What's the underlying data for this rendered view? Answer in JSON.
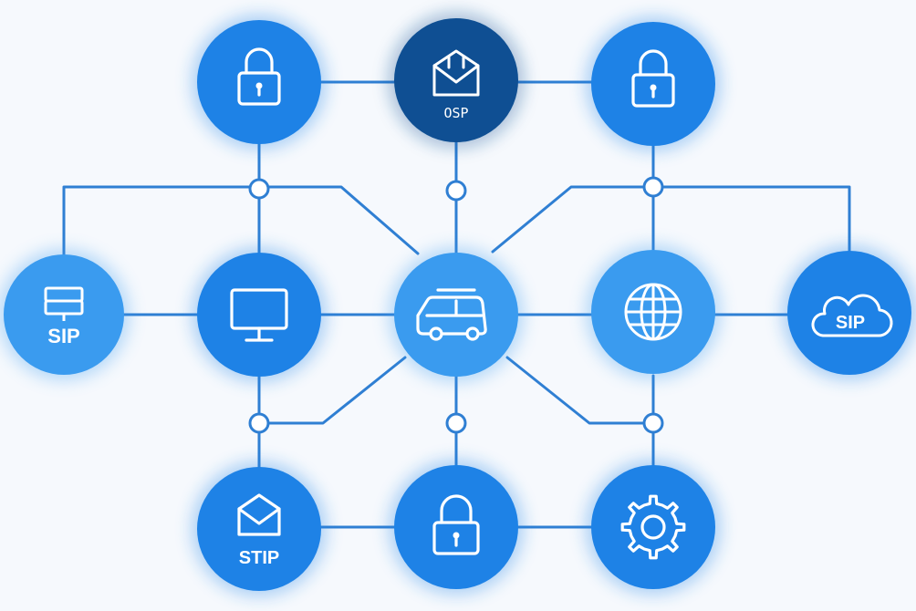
{
  "colors": {
    "background": "#f6f9fd",
    "line": "#2f7fd3",
    "node": "#1e82e6",
    "node_light": "#3a9bef",
    "node_dark": "#0f4f93",
    "junction_fill": "#ffffff",
    "icon": "#ffffff"
  },
  "nodes": [
    {
      "id": "top-left-lock",
      "icon": "lock-icon",
      "label": "",
      "tone": "node"
    },
    {
      "id": "top-center-mail",
      "icon": "envelope-icon",
      "label": "OSP",
      "tone": "node_dark"
    },
    {
      "id": "top-right-lock",
      "icon": "lock-icon",
      "label": "",
      "tone": "node"
    },
    {
      "id": "left-server",
      "icon": "server-icon",
      "label": "SIP",
      "tone": "node_light"
    },
    {
      "id": "mid-monitor",
      "icon": "monitor-icon",
      "label": "",
      "tone": "node"
    },
    {
      "id": "center-van",
      "icon": "van-icon",
      "label": "",
      "tone": "node_light"
    },
    {
      "id": "mid-globe",
      "icon": "globe-icon",
      "label": "",
      "tone": "node_light"
    },
    {
      "id": "right-cloud",
      "icon": "cloud-icon",
      "label": "SIP",
      "tone": "node"
    },
    {
      "id": "bottom-left-mail",
      "icon": "envelope-icon",
      "label": "STIP",
      "tone": "node"
    },
    {
      "id": "bottom-center-lock",
      "icon": "lock-icon",
      "label": "",
      "tone": "node"
    },
    {
      "id": "bottom-right-gear",
      "icon": "gear-icon",
      "label": "",
      "tone": "node"
    }
  ]
}
